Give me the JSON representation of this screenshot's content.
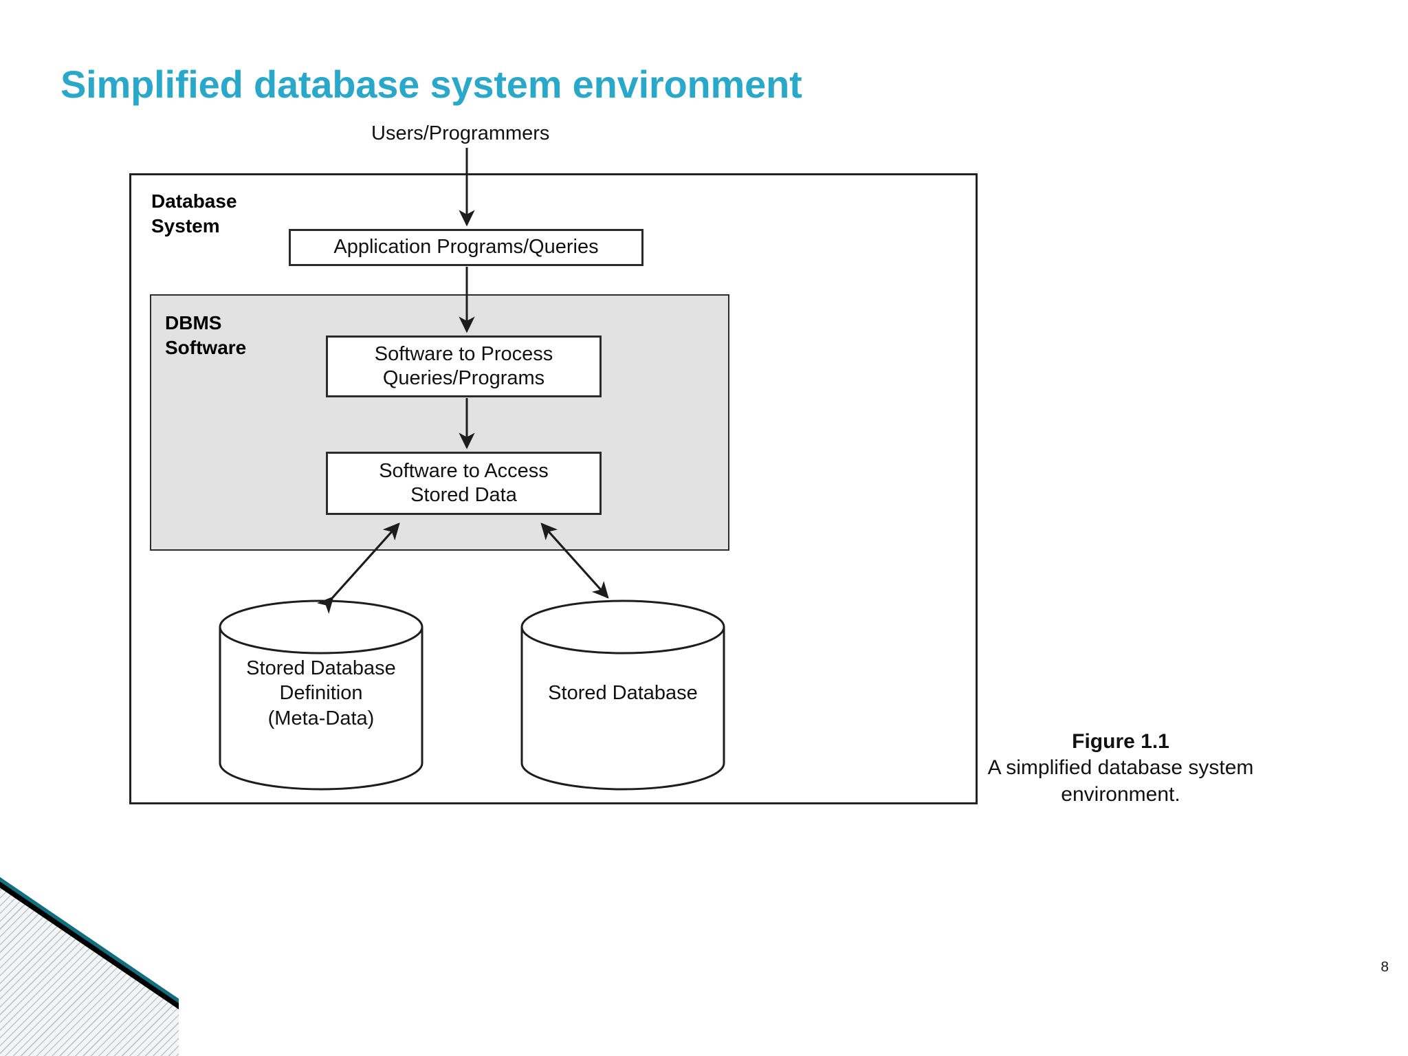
{
  "slide": {
    "title": "Simplified database system environment",
    "title_color": "#29A8C9",
    "page_number": "8"
  },
  "figure": {
    "users_label": "Users/Programmers",
    "outer_box_label": "Database\nSystem",
    "dbms_box_label": "DBMS\nSoftware",
    "boxes": [
      {
        "id": "app",
        "label": "Application Programs/Queries"
      },
      {
        "id": "proc",
        "label": "Software to Process\nQueries/Programs"
      },
      {
        "id": "acc",
        "label": "Software to Access\nStored Data"
      }
    ],
    "cylinders": [
      {
        "id": "meta",
        "label": "Stored Database\nDefinition\n(Meta-Data)"
      },
      {
        "id": "db",
        "label": "Stored Database"
      }
    ],
    "caption": {
      "title": "Figure 1.1",
      "text": "A simplified database system environment."
    }
  }
}
